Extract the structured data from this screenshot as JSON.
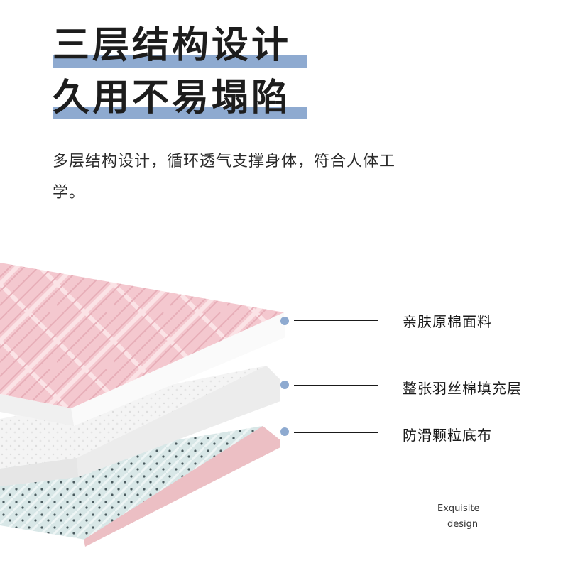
{
  "headline": {
    "line1": "三层结构设计",
    "line2": "久用不易塌陷"
  },
  "subtitle": "多层结构设计，循环透气支撑身体，符合人体工学。",
  "layers": [
    {
      "label": "亲肤原棉面料",
      "color": "#f2c9cf"
    },
    {
      "label": "整张羽丝棉填充层",
      "color": "#f5f5f5"
    },
    {
      "label": "防滑颗粒底布",
      "color": "#d5e6e6"
    }
  ],
  "tagline": {
    "line1": "Exquisite",
    "line2": "design"
  },
  "colors": {
    "accent": "#8eaad0",
    "text": "#1a1a1a"
  }
}
